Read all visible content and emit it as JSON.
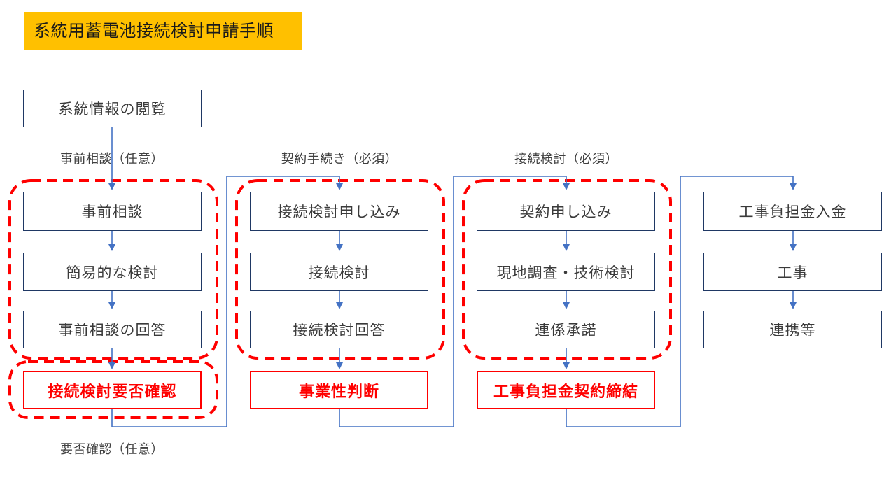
{
  "title": "系統用蓄電池接続検討申請手順",
  "start_box": "系統情報の閲覧",
  "stage_labels": {
    "col1_top": "事前相談（任意）",
    "col2_top": "契約手続き（必須）",
    "col3_top": "接続検討（必須）",
    "col1_bottom": "要否確認（任意）"
  },
  "columns": [
    {
      "boxes": [
        "事前相談",
        "簡易的な検討",
        "事前相談の回答"
      ],
      "result": "接続検討要否確認"
    },
    {
      "boxes": [
        "接続検討申し込み",
        "接続検討",
        "接続検討回答"
      ],
      "result": "事業性判断"
    },
    {
      "boxes": [
        "契約申し込み",
        "現地調査・技術検討",
        "連係承諾"
      ],
      "result": "工事負担金契約締結"
    },
    {
      "boxes": [
        "工事負担金入金",
        "工事",
        "連携等"
      ]
    }
  ],
  "colors": {
    "title_bg": "#FFC000",
    "box_border": "#1F3864",
    "connector_blue": "#4472C4",
    "phase_red": "#FF0000",
    "text": "#404040"
  }
}
